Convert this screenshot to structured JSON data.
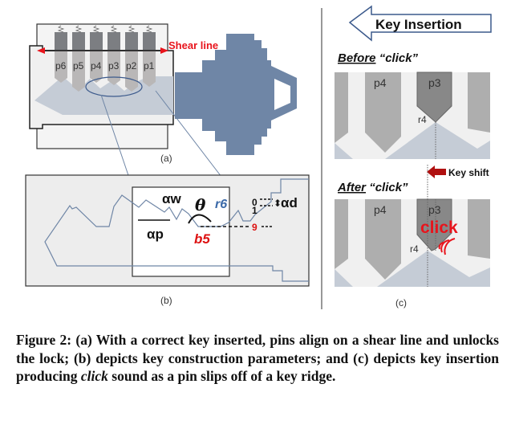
{
  "figure": {
    "panel_a": {
      "pins": [
        "p6",
        "p5",
        "p4",
        "p3",
        "p2",
        "p1"
      ],
      "shear_line_label": "Shear line",
      "label": "(a)"
    },
    "panel_b": {
      "alpha_w": "αw",
      "theta": "θ",
      "r6": "r6",
      "alpha_p": "αp",
      "b5": "b5",
      "depth_0": "0",
      "depth_1": "1",
      "depth_9": "9",
      "alpha_d": "αd",
      "label": "(b)"
    },
    "panel_c": {
      "arrow_label": "Key Insertion",
      "before_word": "Before",
      "before_quote": "“click”",
      "after_word": "After",
      "after_quote": "“click”",
      "p4": "p4",
      "p3": "p3",
      "r4": "r4",
      "key_shift": "Key shift",
      "click": "click",
      "label": "(c)"
    }
  },
  "caption": {
    "prefix": "Figure 2: (a) With a correct key inserted, pins align on a shear line and unlocks the lock; (b) depicts key construction parameters; and (c) depicts key insertion producing ",
    "italic": "click",
    "suffix": " sound as a pin slips off of a key ridge."
  },
  "colors": {
    "accent_red": "#e8141c",
    "key_blue": "#6f86a6",
    "pin_gray": "#7c7e82",
    "key_blade": "#c5ccd6",
    "border_blue": "#3c5a8c"
  }
}
